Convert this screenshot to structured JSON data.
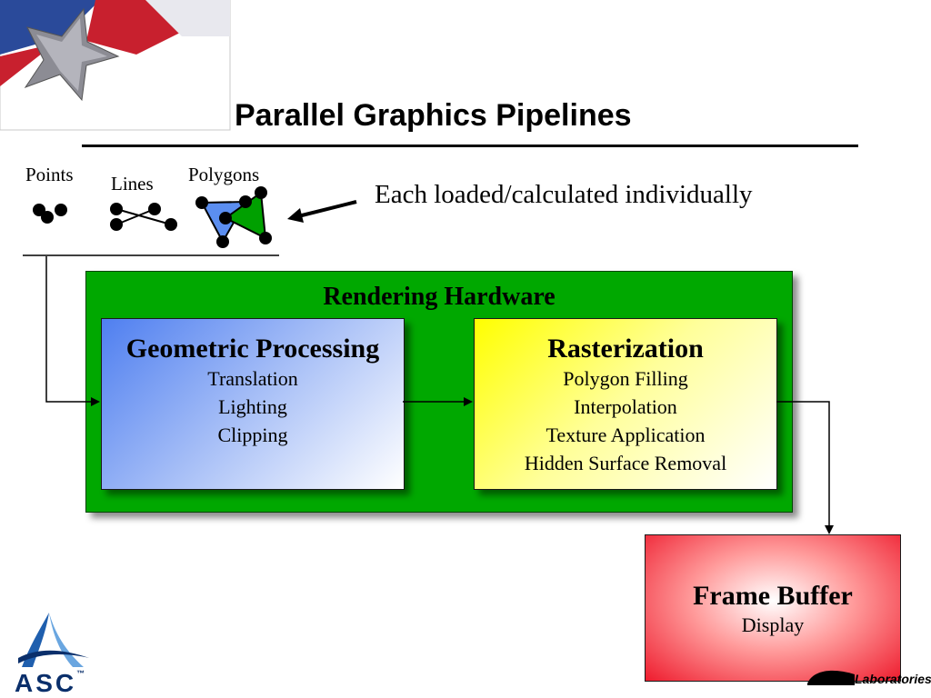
{
  "slide": {
    "title": "Parallel Graphics Pipelines",
    "note": "Each loaded/calculated individually"
  },
  "primitives": {
    "points_label": "Points",
    "lines_label": "Lines",
    "polygons_label": "Polygons"
  },
  "rendering_hardware": {
    "title": "Rendering Hardware",
    "geometric": {
      "title": "Geometric Processing",
      "items": [
        "Translation",
        "Lighting",
        "Clipping"
      ]
    },
    "rasterization": {
      "title": "Rasterization",
      "items": [
        "Polygon Filling",
        "Interpolation",
        "Texture Application",
        "Hidden Surface Removal"
      ]
    }
  },
  "frame_buffer": {
    "title": "Frame Buffer",
    "subtitle": "Display"
  },
  "logos": {
    "asc_text": "ASC",
    "asc_mark": "™",
    "labs_text": "Laboratories"
  },
  "colors": {
    "hardware_green": "#00a800",
    "geometric_blue": "#4f7ff0",
    "raster_yellow": "#ffff00",
    "frame_buffer_red": "#ee1c2e",
    "triangle_blue": "#5b8ef0",
    "triangle_green": "#00a000"
  },
  "icons": {
    "corner": "flag-star-logo",
    "bottom_left": "asc-logo",
    "bottom_right": "laboratories-logo"
  }
}
